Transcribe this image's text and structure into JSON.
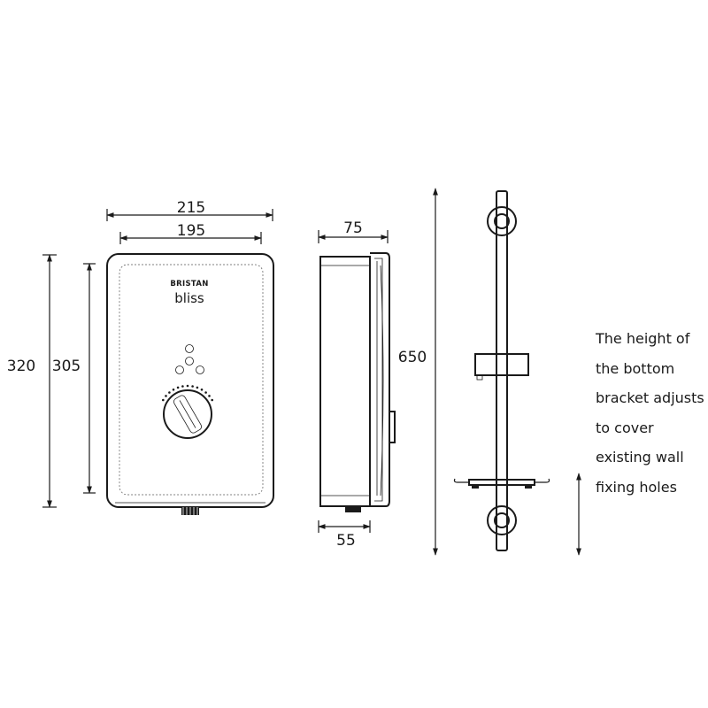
{
  "front_view": {
    "overall_width": "215",
    "inner_width": "195",
    "overall_height": "320",
    "inner_height": "305",
    "brand": "BRISTAN",
    "model": "bliss"
  },
  "side_view": {
    "depth": "75",
    "outlet_offset": "55"
  },
  "riser_rail": {
    "height": "650",
    "note_lines": [
      "The height of",
      "the bottom",
      "bracket adjusts",
      "to cover",
      "existing wall",
      "fixing holes"
    ]
  }
}
